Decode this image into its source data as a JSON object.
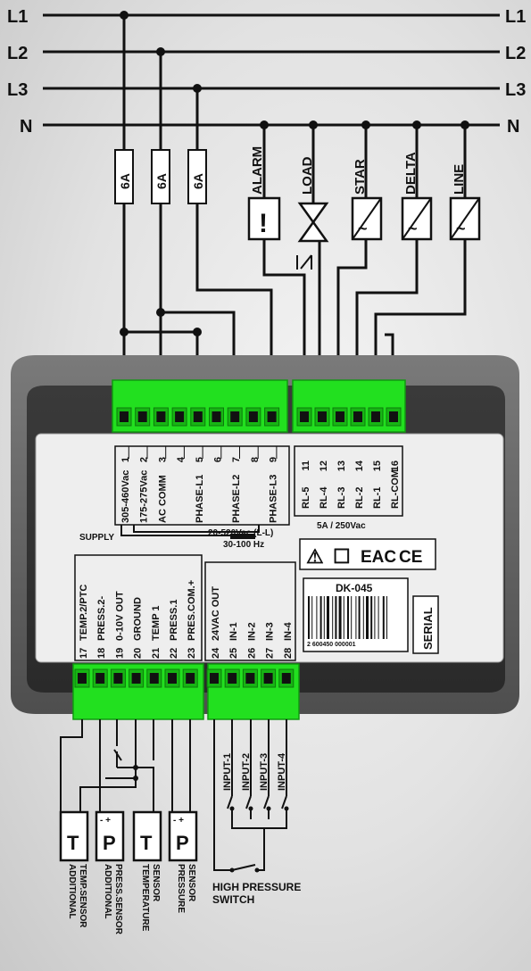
{
  "lines": [
    "L1",
    "L2",
    "L3",
    "N"
  ],
  "fuses": [
    "6A",
    "6A",
    "6A"
  ],
  "loads": [
    {
      "label": "ALARM",
      "symbol": "!"
    },
    {
      "label": "LOAD",
      "symbol": "valve"
    },
    {
      "label": "STAR",
      "symbol": "~"
    },
    {
      "label": "DELTA",
      "symbol": "~"
    },
    {
      "label": "LINE",
      "symbol": "~"
    }
  ],
  "top_left_terminals": [
    {
      "num": "1",
      "label": "305-460Vac"
    },
    {
      "num": "2",
      "label": "175-275Vac"
    },
    {
      "num": "3",
      "label": "AC COMM"
    },
    {
      "num": "4",
      "label": ""
    },
    {
      "num": "5",
      "label": "PHASE-L1"
    },
    {
      "num": "6",
      "label": ""
    },
    {
      "num": "7",
      "label": "PHASE-L2"
    },
    {
      "num": "8",
      "label": ""
    },
    {
      "num": "9",
      "label": "PHASE-L3"
    }
  ],
  "top_right_terminals": [
    {
      "num": "11",
      "label": "RL-5"
    },
    {
      "num": "12",
      "label": "RL-4"
    },
    {
      "num": "13",
      "label": "RL-3"
    },
    {
      "num": "14",
      "label": "RL-2"
    },
    {
      "num": "15",
      "label": "RL-1"
    },
    {
      "num": "16",
      "label": "RL-COM"
    }
  ],
  "supply_label": "SUPPLY",
  "phase_rating": [
    "20-520Vac (L-L)",
    "30-100 Hz"
  ],
  "relay_rating": "5A / 250Vac",
  "cert_marks": [
    "⚠",
    "☐",
    "EAC",
    "CE"
  ],
  "bottom_left_terminals": [
    {
      "num": "17",
      "label": "TEMP.2/PTC"
    },
    {
      "num": "18",
      "label": "PRESS.2-"
    },
    {
      "num": "19",
      "label": "0-10V OUT"
    },
    {
      "num": "20",
      "label": "GROUND"
    },
    {
      "num": "21",
      "label": "TEMP 1"
    },
    {
      "num": "22",
      "label": "PRESS.1"
    },
    {
      "num": "23",
      "label": "PRES.COM.+"
    }
  ],
  "bottom_right_terminals": [
    {
      "num": "24",
      "label": "24VAC OUT"
    },
    {
      "num": "25",
      "label": "IN-1"
    },
    {
      "num": "26",
      "label": "IN-2"
    },
    {
      "num": "27",
      "label": "IN-3"
    },
    {
      "num": "28",
      "label": "IN-4"
    }
  ],
  "device": {
    "model": "DK-045",
    "barcode_digits": "2 600450 000001",
    "serial_label": "SERIAL"
  },
  "inputs": [
    "INPUT-1",
    "INPUT-2",
    "INPUT-3",
    "INPUT-4"
  ],
  "sensors": [
    {
      "letter": "T",
      "polarity": "",
      "label": [
        "ADDITIONAL",
        "TEMP.SENSOR"
      ]
    },
    {
      "letter": "P",
      "polarity": "- +",
      "label": [
        "ADDITIONAL",
        "PRESS.SENSOR"
      ]
    },
    {
      "letter": "T",
      "polarity": "",
      "label": [
        "TEMPERATURE",
        "SENSOR"
      ]
    },
    {
      "letter": "P",
      "polarity": "- +",
      "label": [
        "PRESSURE",
        "SENSOR"
      ]
    }
  ],
  "high_pressure_switch": [
    "HIGH PRESSURE",
    "SWITCH"
  ],
  "colors": {
    "terminal_green": "#22e01f",
    "housing": "#5f5f5f",
    "panel": "#eeeeee",
    "wire": "#111111"
  }
}
